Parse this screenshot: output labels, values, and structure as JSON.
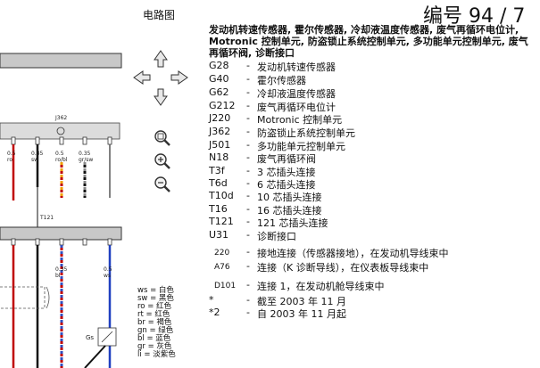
{
  "header": {
    "title": "电路图",
    "page_number": "编号 94 / 7"
  },
  "heading": "发动机转速传感器, 霍尔传感器, 冷却液温度传感器, 废气再循环电位计, Motronic 控制单元, 防盗锁止系统控制单元, 多功能单元控制单元, 废气再循环阀, 诊断接口",
  "legend": [
    {
      "code": "G28",
      "desc": "发动机转速传感器"
    },
    {
      "code": "G40",
      "desc": "霍尔传感器"
    },
    {
      "code": "G62",
      "desc": "冷却液温度传感器"
    },
    {
      "code": "G212",
      "desc": "废气再循环电位计"
    },
    {
      "code": "J220",
      "desc": "Motronic 控制单元"
    },
    {
      "code": "J362",
      "desc": "防盗锁止系统控制单元"
    },
    {
      "code": "J501",
      "desc": "多功能单元控制单元"
    },
    {
      "code": "N18",
      "desc": "废气再循环阀"
    },
    {
      "code": "T3f",
      "desc": "3 芯插头连接"
    },
    {
      "code": "T6d",
      "desc": "6 芯插头连接"
    },
    {
      "code": "T10d",
      "desc": "10 芯插头连接"
    },
    {
      "code": "T16",
      "desc": "16 芯插头连接"
    },
    {
      "code": "T121",
      "desc": "121 芯插头连接"
    },
    {
      "code": "U31",
      "desc": "诊断接口"
    },
    {
      "code": "220",
      "desc": "接地连接（传感器接地），在发动机导线束中"
    },
    {
      "code": "A76",
      "desc": "连接（K 诊断导线），在仪表板导线束中"
    },
    {
      "code": "D101",
      "desc": "连接 1，在发动机舱导线束中"
    },
    {
      "code": "*",
      "desc": "截至 2003 年 11 月"
    },
    {
      "code": "*2",
      "desc": "自 2003 年 11 月起"
    }
  ],
  "color_key": [
    "ws = 白色",
    "sw = 黑色",
    "ro = 红色",
    "rt = 红色",
    "br = 褐色",
    "gn = 绿色",
    "bl = 蓝色",
    "gr = 灰色",
    "li = 淡紫色"
  ],
  "diagram": {
    "j362_label": "J362",
    "t121_label": "T121",
    "wire_labels": [
      "0.5",
      "0.35",
      "0.5",
      "0.35",
      "0.35",
      "0.5"
    ],
    "wire_colors": [
      "ro",
      "sw",
      "ro/bl",
      "gr/sw",
      "bl",
      "ws"
    ],
    "box_label": "Gs"
  }
}
